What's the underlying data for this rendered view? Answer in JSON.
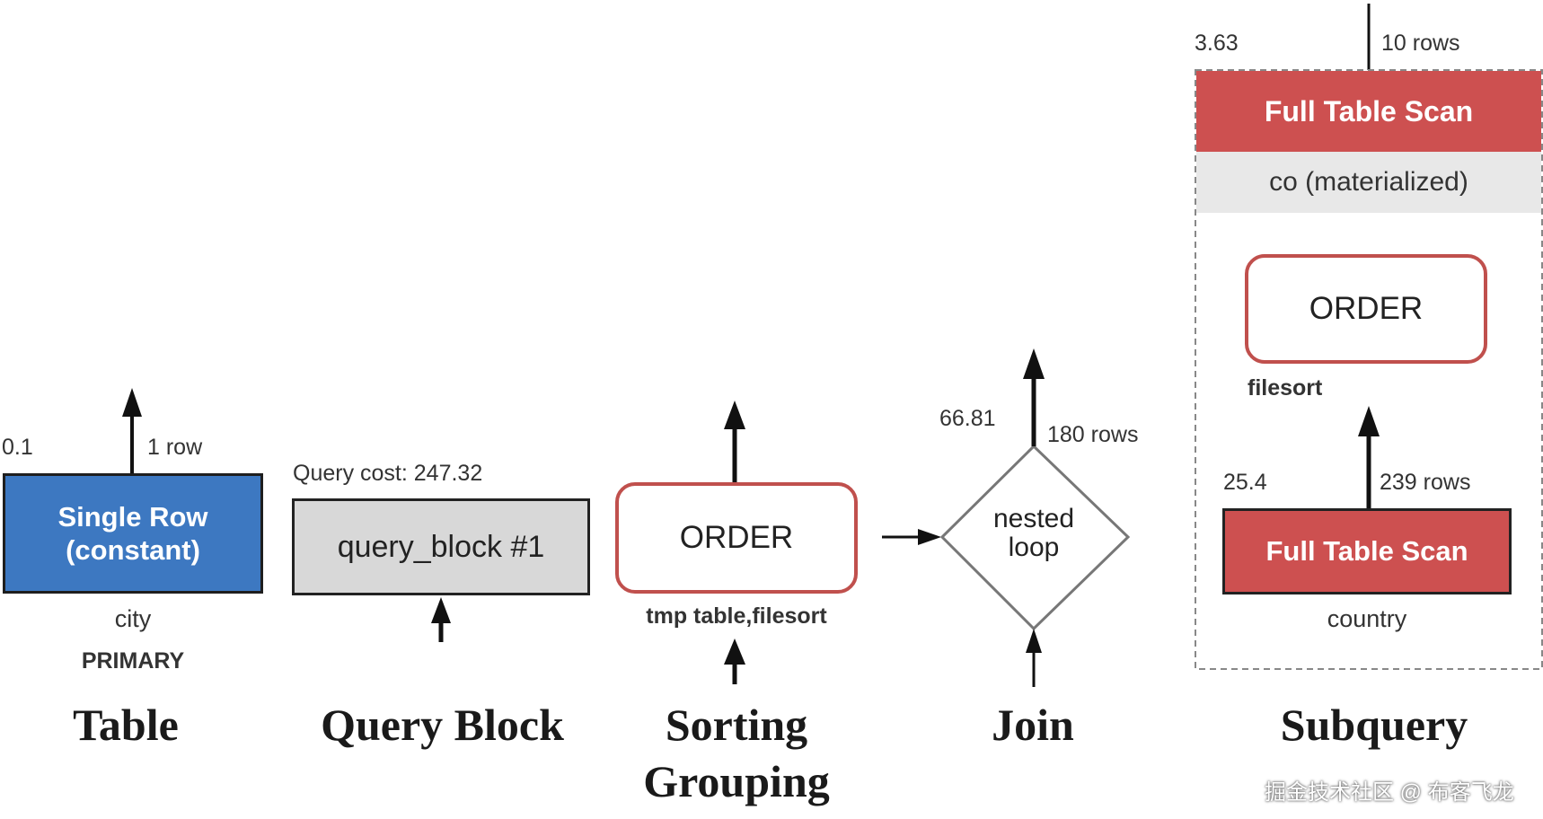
{
  "table": {
    "cost": "0.1",
    "rows": "1 row",
    "box_line1": "Single Row",
    "box_line2": "(constant)",
    "table_name": "city",
    "key_name": "PRIMARY",
    "caption": "Table",
    "box_color": "#3d78c1"
  },
  "query_block": {
    "cost_label": "Query cost: 247.32",
    "box_label": "query_block #1",
    "caption": "Query Block",
    "box_color": "#d8d8d8"
  },
  "sorting": {
    "box_label": "ORDER",
    "note": "tmp table,filesort",
    "caption_line1": "Sorting",
    "caption_line2": "Grouping",
    "border_color": "#c0504d"
  },
  "join": {
    "cost": "66.81",
    "rows": "180 rows",
    "line1": "nested",
    "line2": "loop",
    "caption": "Join"
  },
  "subquery": {
    "top_cost": "3.63",
    "top_rows": "10 rows",
    "header": "Full Table Scan",
    "materialized": "co (materialized)",
    "order_label": "ORDER",
    "order_note": "filesort",
    "inner_cost": "25.4",
    "inner_rows": "239 rows",
    "inner_box": "Full Table Scan",
    "inner_table": "country",
    "caption": "Subquery",
    "scan_color": "#cd5050"
  },
  "watermark": "掘金技术社区 @ 布客飞龙"
}
